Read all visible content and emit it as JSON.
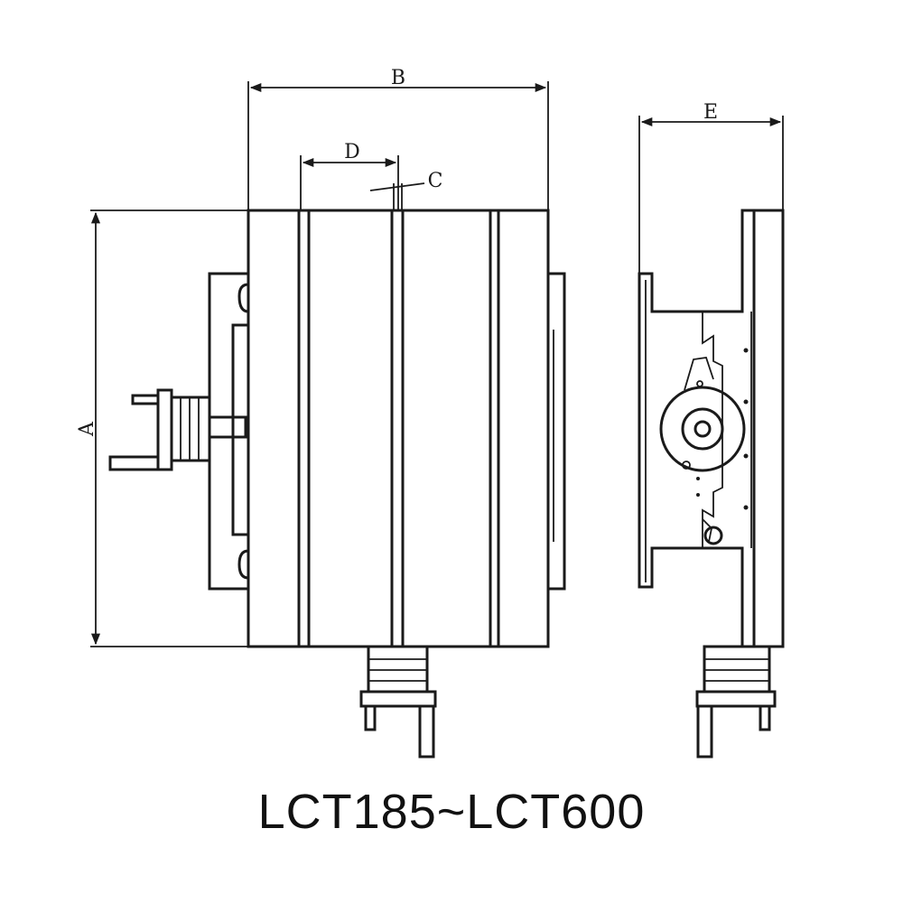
{
  "diagram": {
    "caption": "LCT185~LCT600",
    "dimension_labels": {
      "a": "A",
      "b": "B",
      "c": "C",
      "d": "D",
      "e": "E"
    },
    "line_color": "#1a1a1a",
    "background": "#ffffff"
  }
}
